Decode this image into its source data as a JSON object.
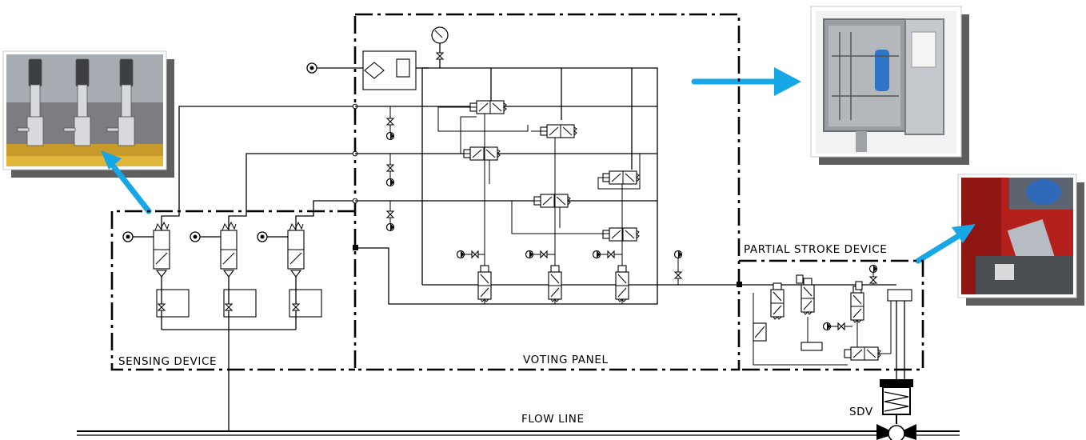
{
  "labels": {
    "sensing_device": "SENSING DEVICE",
    "voting_panel": "VOTING PANEL",
    "partial_stroke_device": "PARTIAL STROKE DEVICE",
    "flow_line": "FLOW LINE",
    "sdv": "SDV"
  },
  "colors": {
    "arrow": "#17a6e6",
    "line": "#000000",
    "shadow": "#5e5e5e"
  },
  "photos": [
    {
      "name": "sensing-device-photo",
      "depicts": "three block valves on yellow manifold"
    },
    {
      "name": "voting-panel-photo",
      "depicts": "stainless steel cabinet with open door"
    },
    {
      "name": "partial-stroke-photo",
      "depicts": "red actuator with blue valve head"
    }
  ]
}
